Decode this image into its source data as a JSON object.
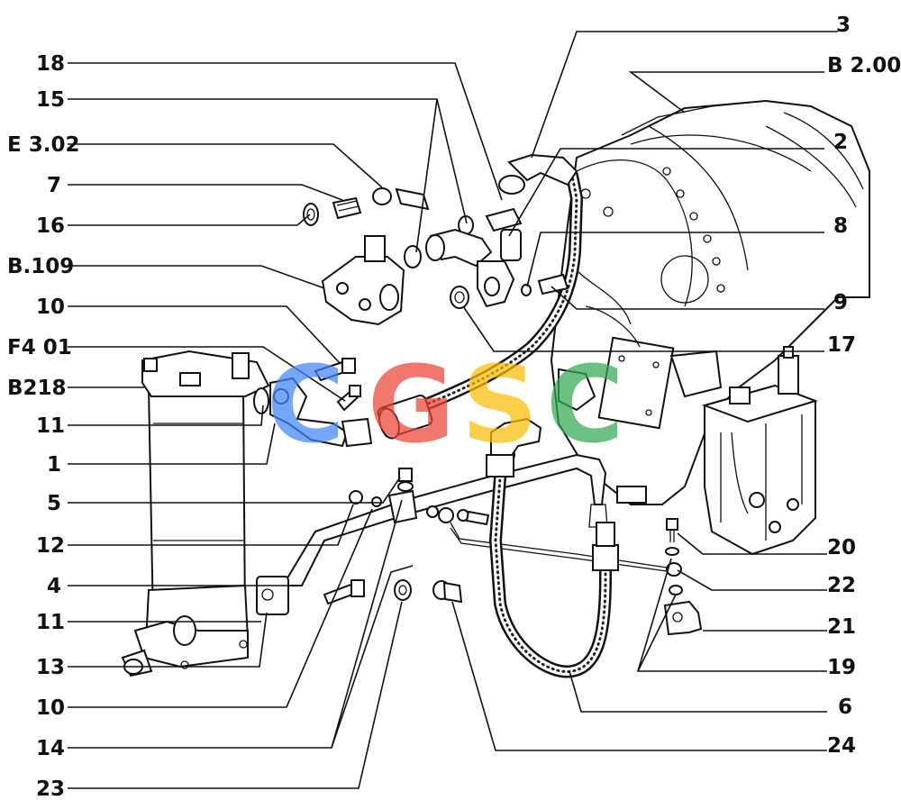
{
  "labels_left": [
    "18",
    "15",
    "E 3.02",
    "7",
    "16",
    "B.109",
    "10",
    "F4 01",
    "B218",
    "11",
    "1",
    "5",
    "12",
    "4",
    "11",
    "13",
    "10",
    "14",
    "23"
  ],
  "labels_right": [
    "3",
    "B 2.00",
    "2",
    "8",
    "9",
    "17",
    "20",
    "22",
    "21",
    "19",
    "6",
    "24"
  ],
  "watermark": {
    "letters": [
      "C",
      "G",
      "S",
      "C"
    ],
    "colors": [
      "#4285F4",
      "#EA4335",
      "#FBBC05",
      "#34A853"
    ]
  }
}
